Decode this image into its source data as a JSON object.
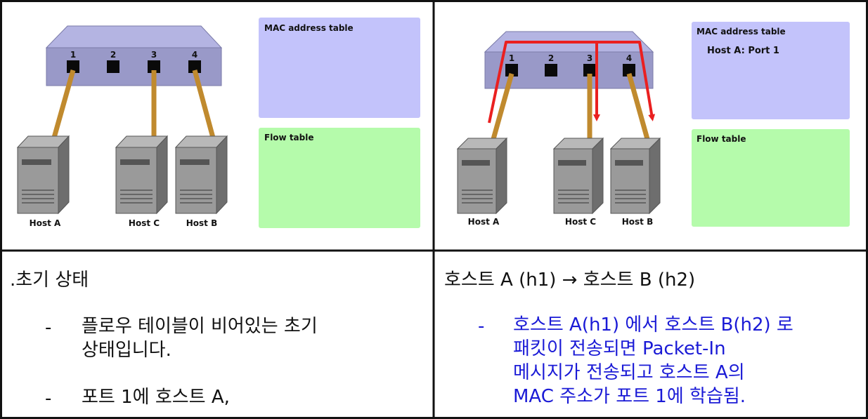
{
  "left_panel": {
    "mac_table": {
      "title": "MAC address table",
      "entries": []
    },
    "flow_table": {
      "title": "Flow table"
    },
    "switch_ports": [
      "1",
      "2",
      "3",
      "4"
    ],
    "hosts": [
      "Host A",
      "Host C",
      "Host B"
    ]
  },
  "right_panel": {
    "mac_table": {
      "title": "MAC address table",
      "entries": [
        "Host A: Port 1"
      ]
    },
    "flow_table": {
      "title": "Flow table"
    },
    "switch_ports": [
      "1",
      "2",
      "3",
      "4"
    ],
    "hosts": [
      "Host A",
      "Host C",
      "Host B"
    ]
  },
  "left_desc": {
    "title": ".초기 상태",
    "bullets": [
      {
        "dash": "-",
        "lines": [
          "플로우 테이블이 비어있는 초기",
          "상태입니다."
        ]
      },
      {
        "dash": "-",
        "lines": [
          "포트 1에 호스트 A,"
        ]
      }
    ]
  },
  "right_desc": {
    "title": "호스트 A (h1)  → 호스트 B (h2)",
    "bullets": [
      {
        "dash": "-",
        "lines": [
          "호스트 A(h1) 에서 호스트 B(h2) 로",
          "패킷이 전송되면 Packet-In",
          "메시지가 전송되고 호스트 A의",
          "MAC 주소가 포트 1에 학습됨."
        ]
      }
    ]
  },
  "colors": {
    "mac_table_bg": "#c3c3fb",
    "flow_table_bg": "#b5fbab",
    "switch_body": "#9999c8",
    "switch_top": "#b4b4e2",
    "cable": "#c08a2e",
    "arrow": "#ea2020",
    "blue_text": "#1a1ad6"
  }
}
